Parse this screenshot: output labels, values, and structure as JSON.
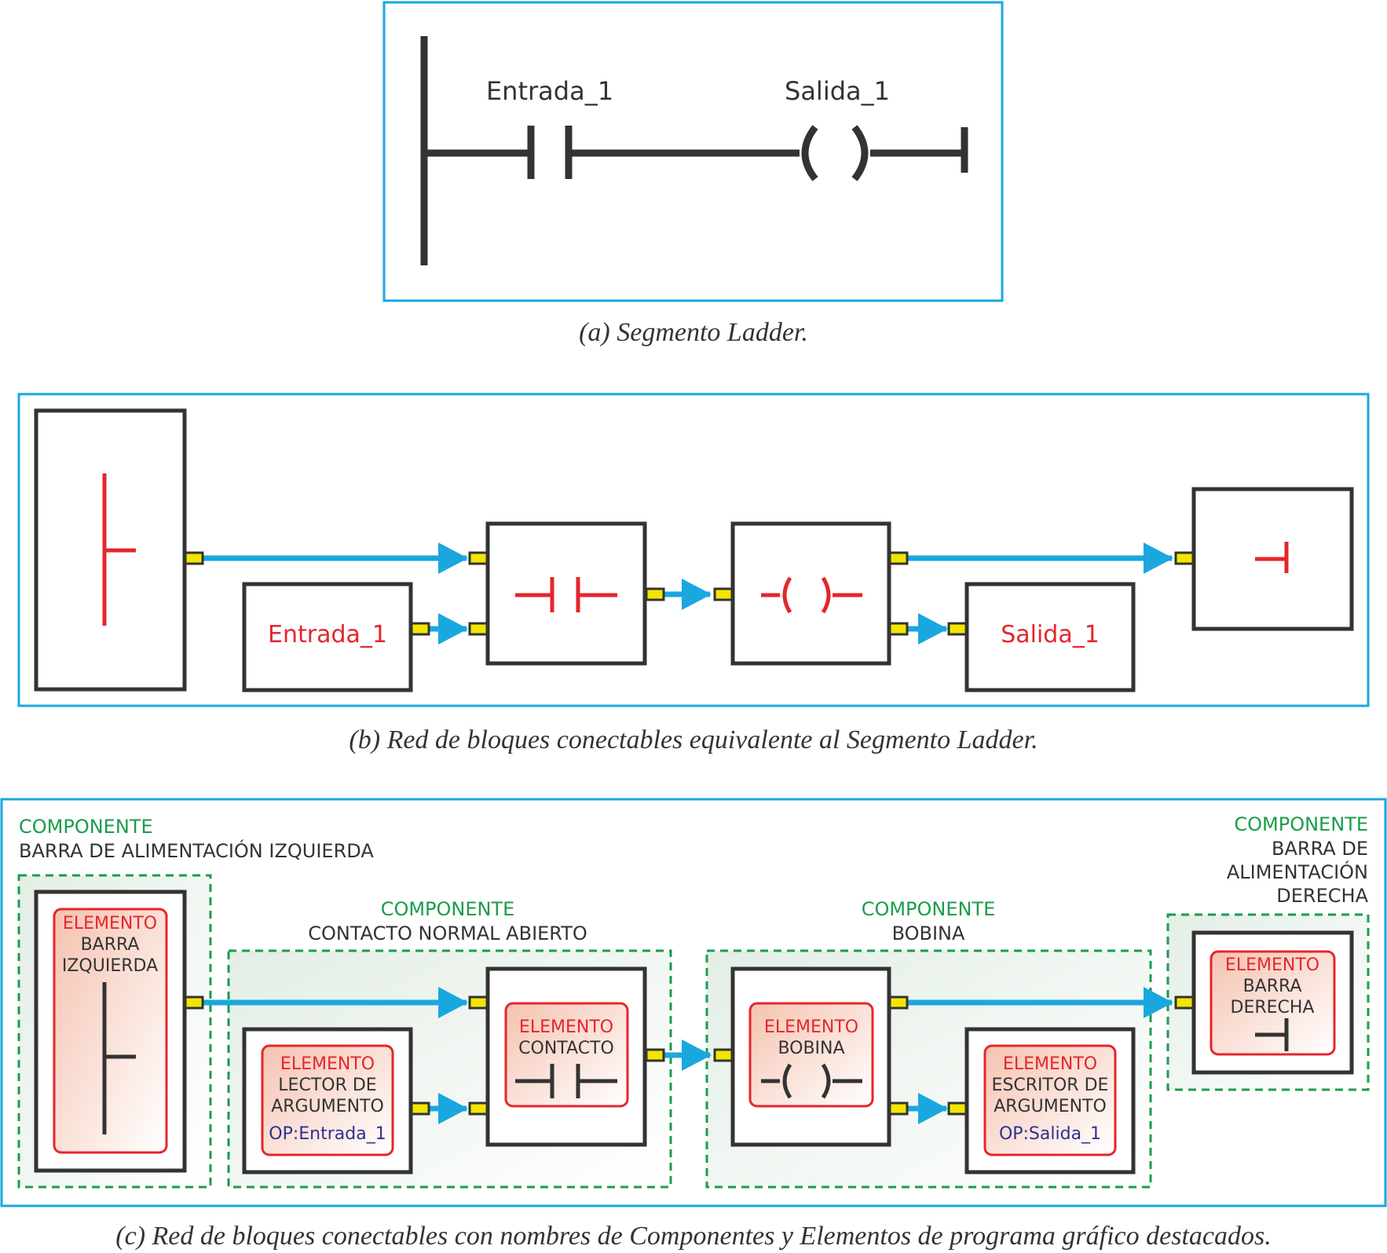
{
  "panel_a": {
    "caption": "(a) Segmento Ladder.",
    "input_label": "Entrada_1",
    "output_label": "Salida_1"
  },
  "panel_b": {
    "caption": "(b) Red de bloques conectables equivalente al Segmento Ladder.",
    "input_label": "Entrada_1",
    "output_label": "Salida_1"
  },
  "panel_c": {
    "caption": "(c) Red de bloques conectables con nombres de Componentes y Elementos de programa gráfico destacados.",
    "comp_left": {
      "heading": "COMPONENTE",
      "name": "BARRA DE ALIMENTACIÓN IZQUIERDA"
    },
    "comp_contact": {
      "heading": "COMPONENTE",
      "name": "CONTACTO NORMAL ABIERTO"
    },
    "comp_coil": {
      "heading": "COMPONENTE",
      "name": "BOBINA"
    },
    "comp_right": {
      "heading": "COMPONENTE",
      "name_lines": [
        "BARRA DE",
        "ALIMENTACIÓN",
        "DERECHA"
      ]
    },
    "elem_left": {
      "heading": "ELEMENTO",
      "name_lines": [
        "BARRA",
        "IZQUIERDA"
      ]
    },
    "elem_reader": {
      "heading": "ELEMENTO",
      "name_lines": [
        "LECTOR DE",
        "ARGUMENTO"
      ],
      "op": "OP:Entrada_1"
    },
    "elem_contact": {
      "heading": "ELEMENTO",
      "name_lines": [
        "CONTACTO"
      ]
    },
    "elem_coil": {
      "heading": "ELEMENTO",
      "name_lines": [
        "BOBINA"
      ]
    },
    "elem_writer": {
      "heading": "ELEMENTO",
      "name_lines": [
        "ESCRITOR DE",
        "ARGUMENTO"
      ],
      "op": "OP:Salida_1"
    },
    "elem_right": {
      "heading": "ELEMENTO",
      "name_lines": [
        "BARRA",
        "DERECHA"
      ]
    }
  },
  "colors": {
    "frame": "#1aa7df",
    "wire": "#1aa7df",
    "block_border": "#333333",
    "symbol_red": "#e5262b",
    "component_green": "#1a9c4b",
    "op_blue": "#2e3192",
    "port_yellow": "#f2e600"
  }
}
